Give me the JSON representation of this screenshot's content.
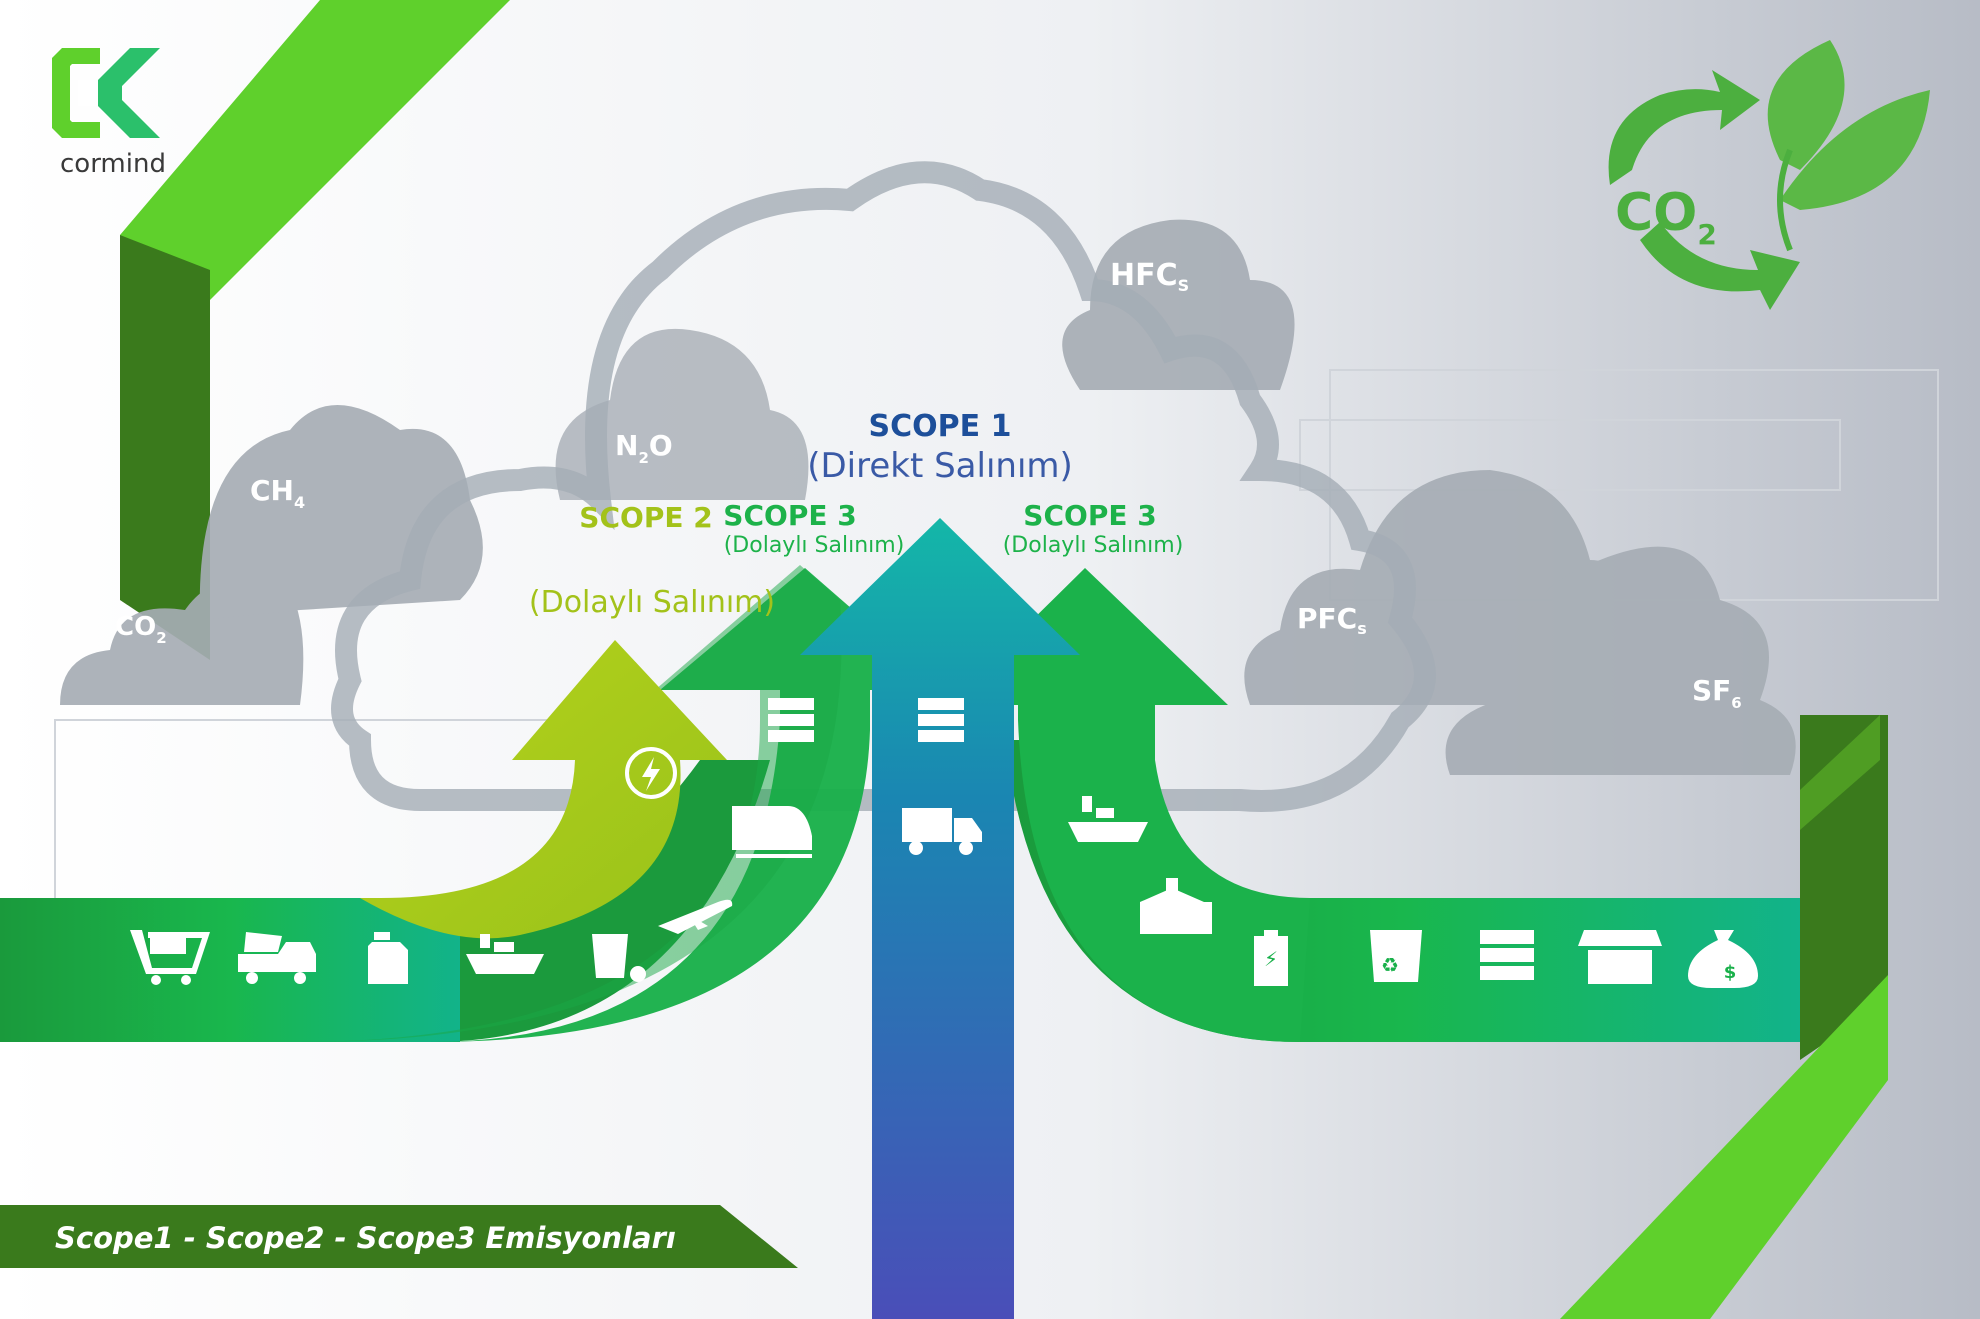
{
  "brand": {
    "name": "cormind"
  },
  "co2_badge": {
    "text": "CO",
    "sub": "2"
  },
  "gases": {
    "co2": {
      "base": "CO",
      "sub": "2"
    },
    "ch4": {
      "base": "CH",
      "sub": "4"
    },
    "n2o": {
      "pre": "N",
      "sub": "2",
      "post": "O"
    },
    "hfcs": {
      "base": "HFC",
      "sub": "S"
    },
    "pfcs": {
      "base": "PFC",
      "sub": "s"
    },
    "sf6": {
      "base": "SF",
      "sub": "6"
    }
  },
  "scopes": {
    "scope1": {
      "title": "SCOPE 1",
      "subtitle": "(Direkt Salınım)",
      "color": "#1d4f9a"
    },
    "scope2": {
      "title": "SCOPE 2",
      "subtitle": "(Dolaylı Salınım)",
      "color": "#a3c21a"
    },
    "scope3_left": {
      "title": "SCOPE 3",
      "subtitle": "(Dolaylı Salınım)",
      "color": "#1db24a"
    },
    "scope3_right": {
      "title": "SCOPE 3",
      "subtitle": "(Dolaylı Salınım)",
      "color": "#1db24a"
    }
  },
  "caption": "Scope1 - Scope2 - Scope3 Emisyonları",
  "colors": {
    "brand_green": "#5fd02c",
    "dark_green": "#3a7a1c",
    "band_green": "#1aa84a",
    "cloud_gray": "#a6adb4",
    "scope1_top": "#16b5a8",
    "scope1_bottom": "#4a4fb8"
  },
  "icons": {
    "left_band": [
      "shopping-cart-icon",
      "dump-truck-icon",
      "fuel-can-icon",
      "cargo-ship-icon",
      "waste-bin-icon",
      "airplane-icon"
    ],
    "scope3_left": [
      "warehouse-rack-icon",
      "train-icon"
    ],
    "scope2": [
      "electricity-icon"
    ],
    "scope1": [
      "warehouse-rack-icon",
      "delivery-truck-icon"
    ],
    "right_band": [
      "cargo-ship-icon",
      "factory-icon",
      "battery-icon",
      "recycle-bin-icon",
      "warehouse-rack-icon",
      "store-icon",
      "money-bag-icon"
    ]
  }
}
